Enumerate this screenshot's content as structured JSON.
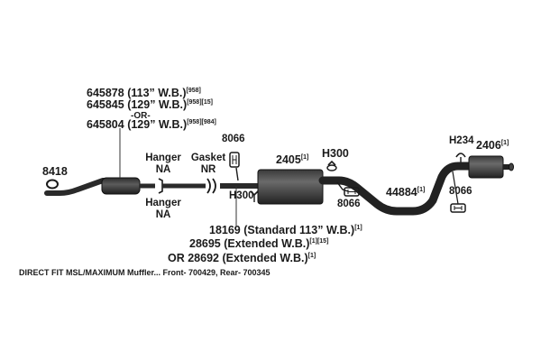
{
  "parts": {
    "clamp_8418": "8418",
    "front_pipe_a": {
      "num": "645878",
      "desc": " (113” W.B.)",
      "note": "[958]"
    },
    "front_pipe_b": {
      "num": "645845",
      "desc": " (129” W.B.)",
      "note": "[958][15]"
    },
    "or_sep": "-OR-",
    "front_pipe_c": {
      "num": "645804",
      "desc": " (129” W.B.)",
      "note": "[958][984]"
    },
    "hanger_top": {
      "title": "Hanger",
      "sub": "NA"
    },
    "hanger_bottom": {
      "title": "Hanger",
      "sub": "NA"
    },
    "gasket": {
      "title": "Gasket",
      "sub": "NR"
    },
    "hanger_8066_top": "8066",
    "h300_left": "H300",
    "muffler_front": {
      "num": "2405",
      "note": "[1]"
    },
    "h300_right": "H300",
    "hanger_8066_mid": "8066",
    "tailpipe": {
      "num": "44884",
      "note": "[1]"
    },
    "h234": "H234",
    "muffler_rear": {
      "num": "2406",
      "note": "[1]"
    },
    "hanger_8066_right": "8066",
    "int_pipe_a": {
      "num": "18169",
      "desc": " (Standard 113” W.B.)",
      "note": "[1]"
    },
    "int_pipe_b": {
      "num": "28695",
      "desc": " (Extended W.B.)",
      "note": "[1][15]"
    },
    "int_pipe_c": {
      "prefix": "OR ",
      "num": "28692",
      "desc": " (Extended W.B.)",
      "note": "[1]"
    }
  },
  "footer": "DIRECT FIT MSL/MAXIMUM Muffler... Front- 700429, Rear- 700345"
}
